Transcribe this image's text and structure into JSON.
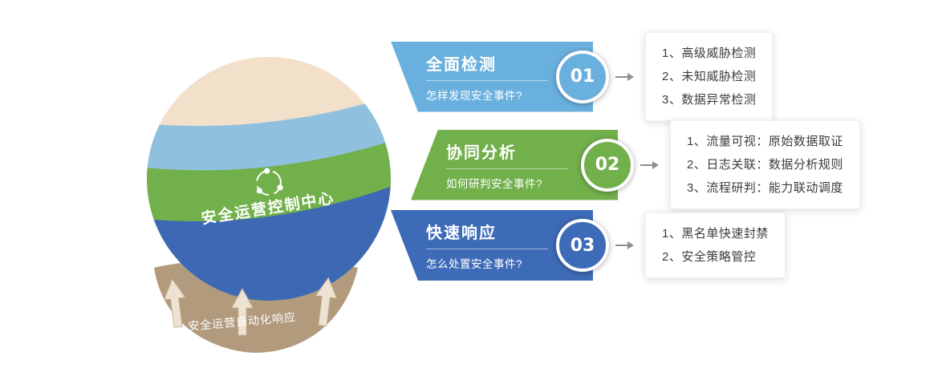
{
  "colors": {
    "step1_blue": "#6ab0de",
    "step2_green": "#72b04c",
    "step3_dark_blue": "#3e6bb7",
    "sphere_cream": "#f2e0cb",
    "sphere_blue_band": "#8fc1df",
    "sphere_green_band": "#72b04b",
    "sphere_bottom_blue": "#3d69b4",
    "bowl_tan": "#b29a7d",
    "card_text": "#3c3c3c"
  },
  "sphere": {
    "label": "安全运营控制中心",
    "icon": "orbit-network-icon"
  },
  "bowl": {
    "label": "安全运营自动化响应",
    "icon": "up-arrow-icon"
  },
  "steps": [
    {
      "number": "01",
      "title": "全面检测",
      "subtitle": "怎样发现安全事件?",
      "items": [
        "1、高级威胁检测",
        "2、未知威胁检测",
        "3、数据异常检测"
      ]
    },
    {
      "number": "02",
      "title": "协同分析",
      "subtitle": "如何研判安全事件?",
      "items": [
        "1、流量可视：原始数据取证",
        "2、日志关联：数据分析规则",
        "3、流程研判：能力联动调度"
      ]
    },
    {
      "number": "03",
      "title": "快速响应",
      "subtitle": "怎么处置安全事件?",
      "items": [
        "1、黑名单快速封禁",
        "2、安全策略管控"
      ]
    }
  ]
}
